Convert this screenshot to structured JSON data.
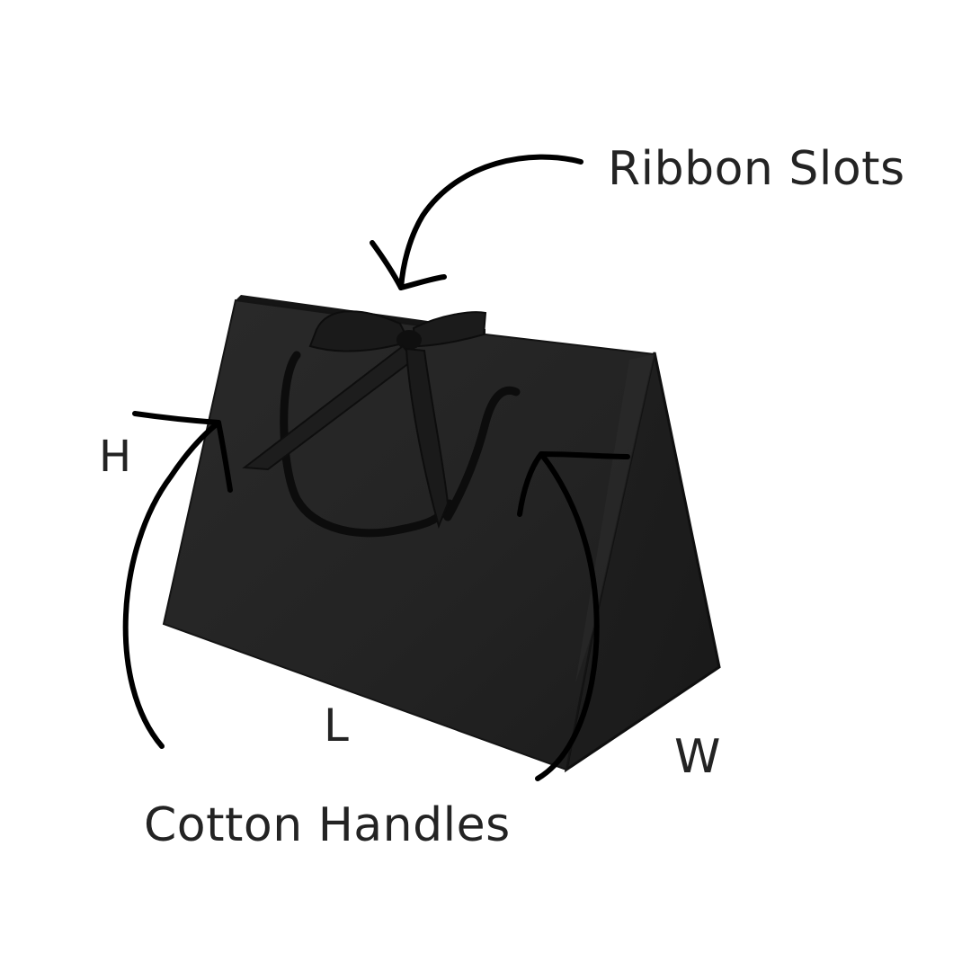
{
  "labels": {
    "ribbon_slots": "Ribbon Slots",
    "cotton_handles": "Cotton Handles",
    "height": "H",
    "length": "L",
    "width": "W"
  },
  "product": {
    "description": "black gift bag with ribbon bow and cotton rope handles",
    "colors": {
      "bag_front": "#222222",
      "bag_side": "#1a1a1a",
      "bag_edge": "#111111",
      "arrow": "#000000",
      "text": "#232323",
      "background": "#ffffff"
    }
  }
}
